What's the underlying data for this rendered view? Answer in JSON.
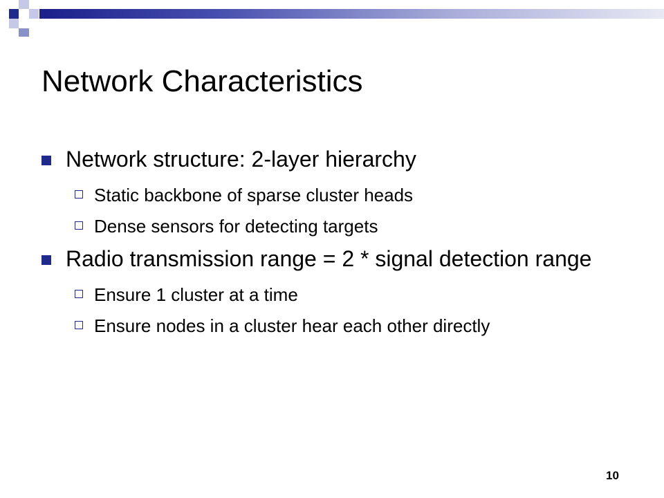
{
  "slide": {
    "title": "Network Characteristics",
    "page_number": "10",
    "bullets": [
      {
        "text": "Network structure: 2-layer hierarchy",
        "sub": [
          "Static backbone of sparse cluster heads",
          "Dense sensors for detecting targets"
        ]
      },
      {
        "text": "Radio transmission range = 2 * signal detection range",
        "sub": [
          "Ensure 1 cluster at a time",
          "Ensure nodes in a cluster hear each other directly"
        ]
      }
    ]
  },
  "theme": {
    "accent": "#1f2a8c",
    "decor_light": "#c5c8e6"
  }
}
